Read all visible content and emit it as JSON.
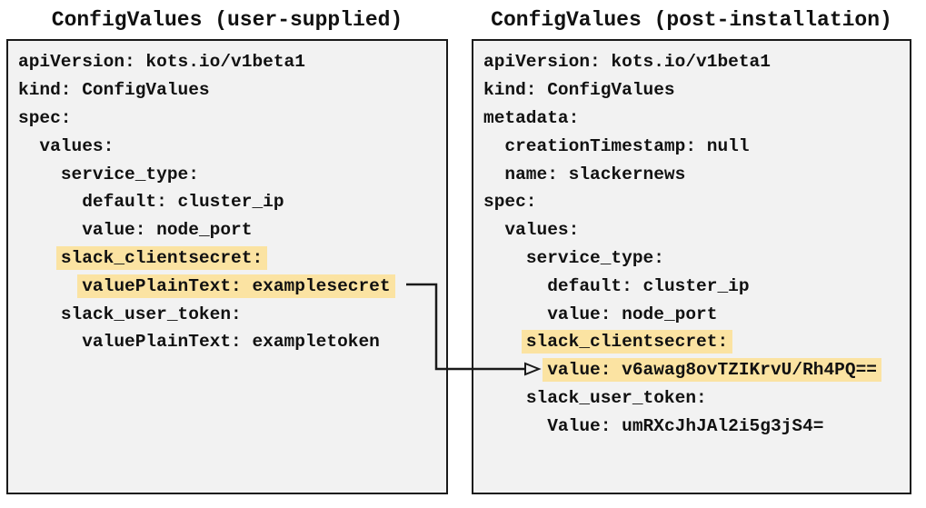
{
  "colors": {
    "highlight": "#FBE3A2",
    "box_background": "#F2F2F2",
    "box_border": "#1A1A1A",
    "text": "#111111",
    "arrow": "#1A1A1A"
  },
  "panels": {
    "left": {
      "title": "ConfigValues (user-supplied)",
      "lines": [
        {
          "indent": 0,
          "text": "apiVersion: kots.io/v1beta1",
          "highlight": false
        },
        {
          "indent": 0,
          "text": "kind: ConfigValues",
          "highlight": false
        },
        {
          "indent": 0,
          "text": "spec:",
          "highlight": false
        },
        {
          "indent": 2,
          "text": "values:",
          "highlight": false
        },
        {
          "indent": 4,
          "text": "service_type:",
          "highlight": false
        },
        {
          "indent": 6,
          "text": "default: cluster_ip",
          "highlight": false
        },
        {
          "indent": 6,
          "text": "value: node_port",
          "highlight": false
        },
        {
          "indent": 4,
          "text": "slack_clientsecret:",
          "highlight": true
        },
        {
          "indent": 6,
          "text": "valuePlainText: examplesecret",
          "highlight": true
        },
        {
          "indent": 4,
          "text": "slack_user_token:",
          "highlight": false
        },
        {
          "indent": 6,
          "text": "valuePlainText: exampletoken",
          "highlight": false
        }
      ]
    },
    "right": {
      "title": "ConfigValues (post-installation)",
      "lines": [
        {
          "indent": 0,
          "text": "apiVersion: kots.io/v1beta1",
          "highlight": false
        },
        {
          "indent": 0,
          "text": "kind: ConfigValues",
          "highlight": false
        },
        {
          "indent": 0,
          "text": "metadata:",
          "highlight": false
        },
        {
          "indent": 2,
          "text": "creationTimestamp: null",
          "highlight": false
        },
        {
          "indent": 2,
          "text": "name: slackernews",
          "highlight": false
        },
        {
          "indent": 0,
          "text": "spec:",
          "highlight": false
        },
        {
          "indent": 2,
          "text": "values:",
          "highlight": false
        },
        {
          "indent": 4,
          "text": "service_type:",
          "highlight": false
        },
        {
          "indent": 6,
          "text": "default: cluster_ip",
          "highlight": false
        },
        {
          "indent": 6,
          "text": "value: node_port",
          "highlight": false
        },
        {
          "indent": 4,
          "text": "slack_clientsecret:",
          "highlight": true
        },
        {
          "indent": 6,
          "text": "value: v6awag8ovTZIKrvU/Rh4PQ==",
          "highlight": true
        },
        {
          "indent": 4,
          "text": "slack_user_token:",
          "highlight": false
        },
        {
          "indent": 6,
          "text": "Value: umRXcJhJAl2i5g3jS4=",
          "highlight": false
        }
      ]
    }
  },
  "arrow": {
    "from": "valuePlainText: examplesecret",
    "to": "value: v6awag8ovTZIKrvU/Rh4PQ=="
  }
}
